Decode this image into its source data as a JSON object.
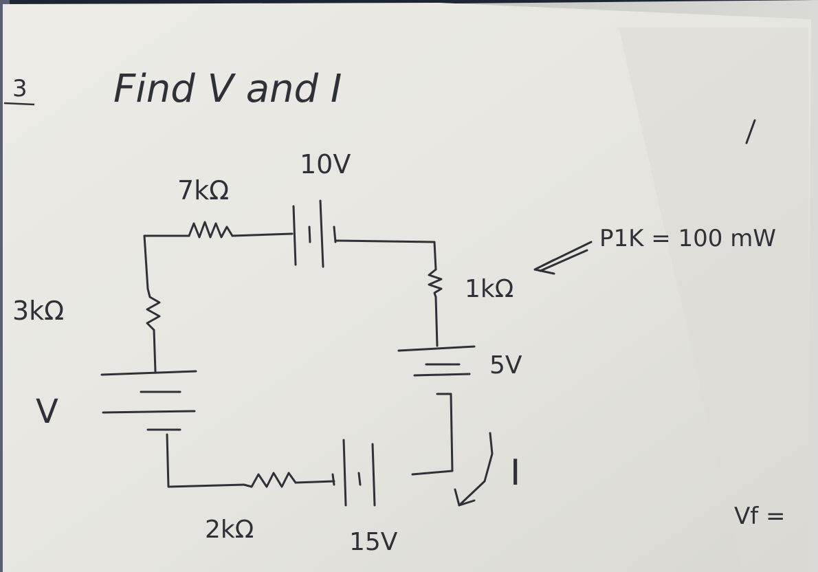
{
  "photo": {
    "problem_number": "3",
    "instruction": "Find V and I",
    "circuit": {
      "resistors": {
        "top": "7kΩ",
        "left": "3kΩ",
        "right": "1kΩ",
        "bottom": "2kΩ"
      },
      "sources": {
        "top": "10V",
        "left": "V",
        "right": "5V",
        "bottom": "15V"
      },
      "current_label": "I",
      "power_annotation": "P1K = 100 mW"
    },
    "edge_text": "Vf ="
  },
  "colors": {
    "paper": "#e7e6e0",
    "paper_shadow": "#cfcfcb",
    "ink": "#2f3038",
    "backdrop": "#1d2433",
    "frame": "#5b5f72"
  }
}
